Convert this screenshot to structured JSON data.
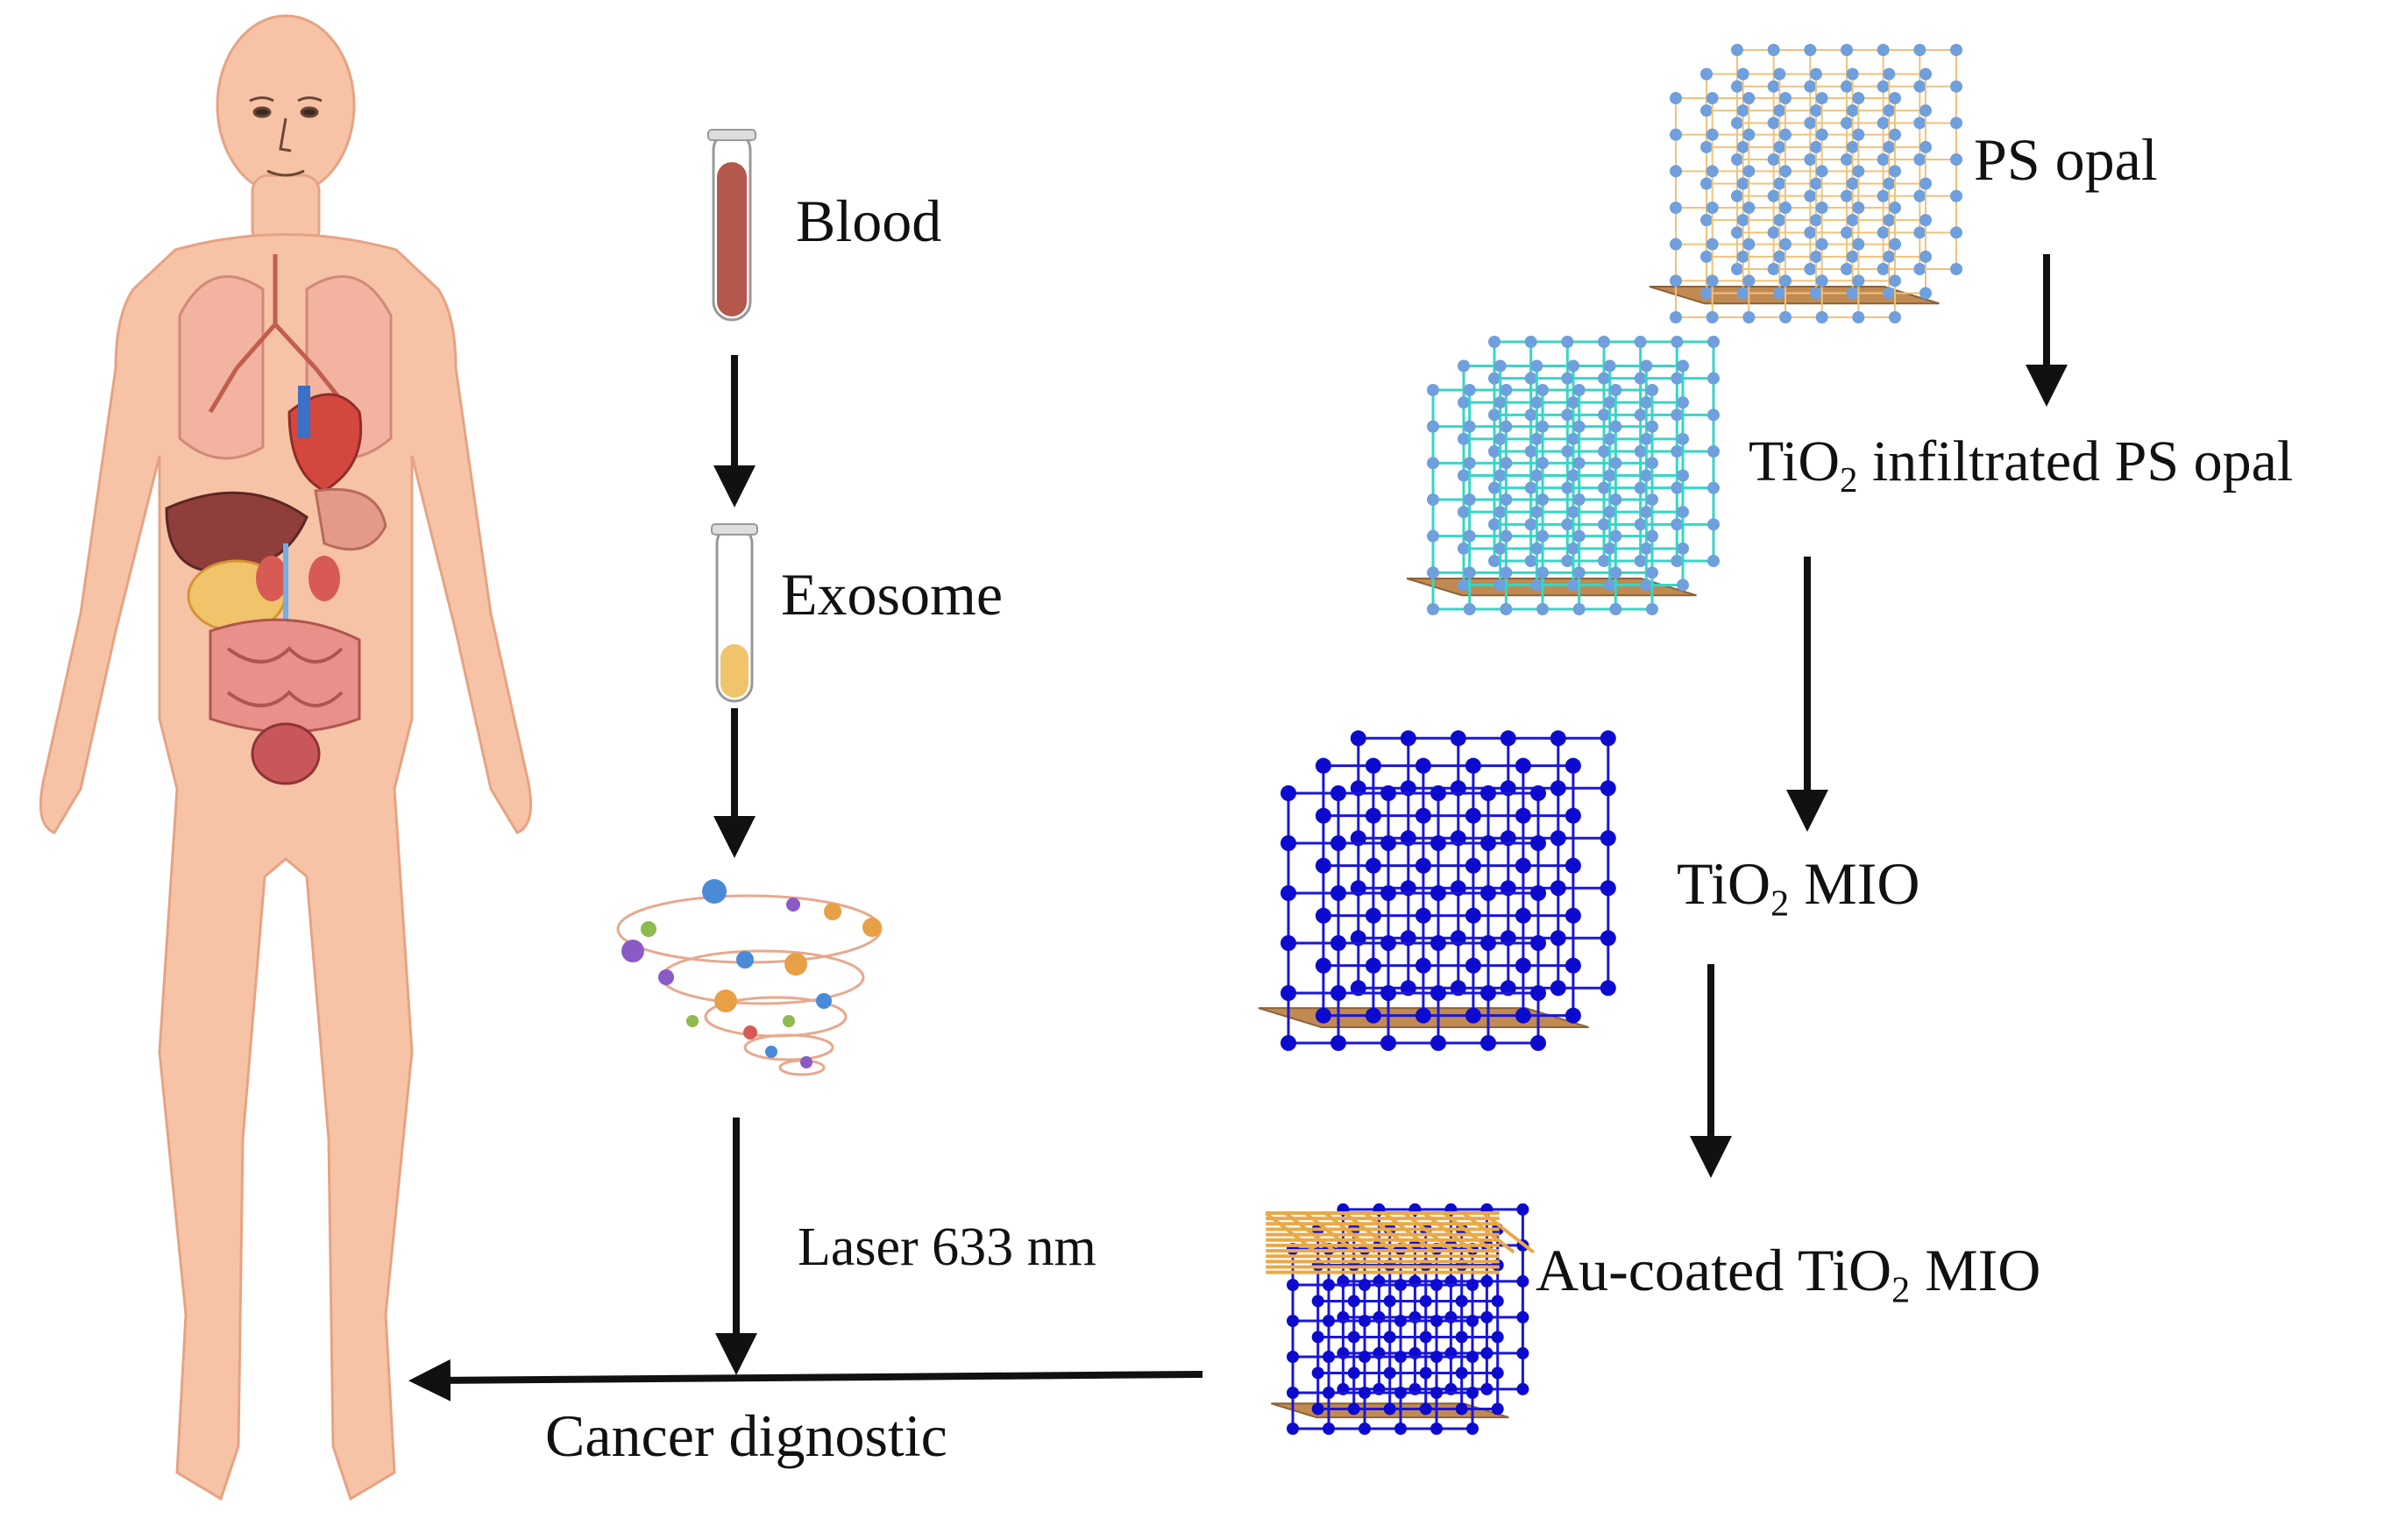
{
  "labels": {
    "blood": "Blood",
    "exosome": "Exosome",
    "laser": "Laser 633 nm",
    "cancer": "Cancer dignostic",
    "ps_opal": "PS opal",
    "tio2_infiltrated": {
      "prefix": "TiO",
      "sub": "2",
      "suffix": " infiltrated PS opal"
    },
    "tio2_mio": {
      "prefix": "TiO",
      "sub": "2",
      "suffix": " MIO"
    },
    "au_coated": {
      "prefix": "Au-coated TiO",
      "sub": "2",
      "suffix": " MIO"
    }
  },
  "colors": {
    "skin": "#f6c3a6",
    "skin_shadow": "#eaa88a",
    "blood": "#b4574c",
    "plasma": "#f0c46a",
    "substrate": "#c08a52",
    "ps_frame": "#f1c27a",
    "ps_sphere": "#6f9fdc",
    "infiltrated_frame": "#36d6c6",
    "mio_frame": "#1a17d6",
    "mio_node": "#0d0ad0",
    "gold": "#e9a948",
    "arrow": "#111111"
  },
  "icons": {
    "human": "human-anatomy-icon",
    "blood_tube": "blood-tube-icon",
    "exosome_tube": "exosome-tube-icon",
    "spiral": "raman-spectrum-spiral-icon"
  }
}
